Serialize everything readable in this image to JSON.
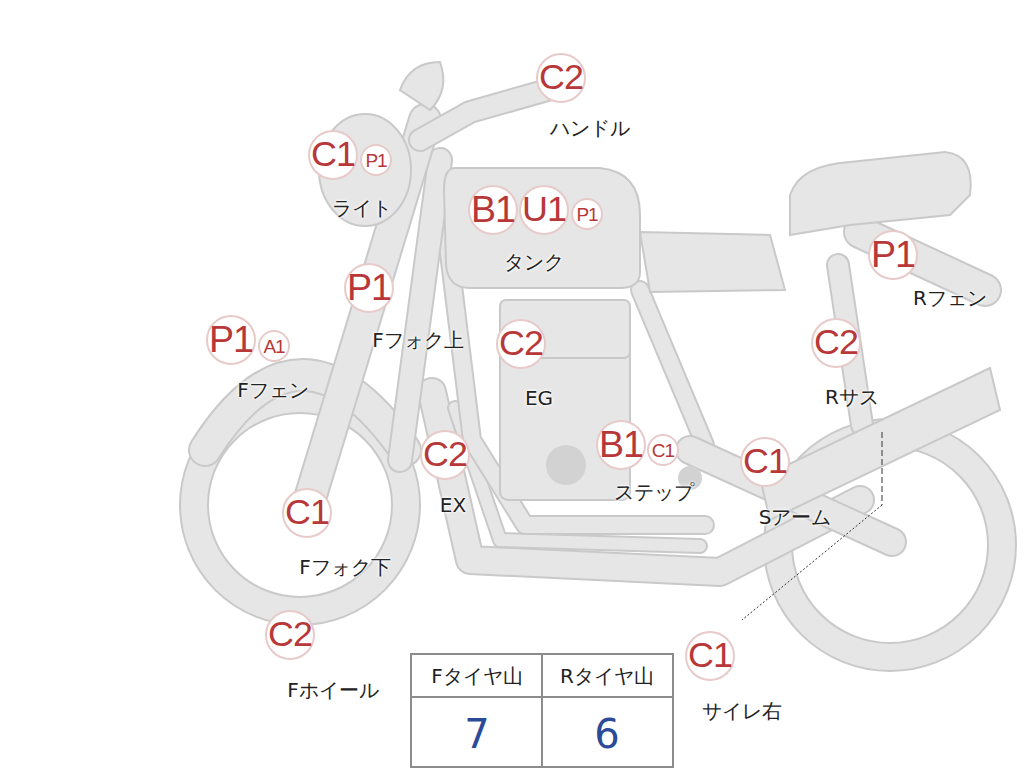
{
  "diagram": {
    "nodes": [
      {
        "text": [
          "C1"
        ]
      },
      {
        "text": [
          "P1"
        ]
      },
      {
        "text": [
          "C2"
        ]
      },
      {
        "text": [
          "B1"
        ]
      },
      {
        "text": [
          "U1"
        ]
      },
      {
        "text": [
          "P1"
        ]
      },
      {
        "text": [
          "P1"
        ]
      },
      {
        "text": [
          "P1"
        ]
      },
      {
        "text": [
          "P1"
        ]
      },
      {
        "text": [
          "A1"
        ]
      },
      {
        "text": [
          "C2"
        ]
      },
      {
        "text": [
          "C2"
        ]
      },
      {
        "text": [
          "C2"
        ]
      },
      {
        "text": [
          "B1"
        ]
      },
      {
        "text": [
          "C1"
        ]
      },
      {
        "text": [
          "C1"
        ]
      },
      {
        "text": [
          "C1"
        ]
      },
      {
        "text": [
          "C2"
        ]
      },
      {
        "text": [
          "C1"
        ]
      }
    ],
    "labels": [
      "ライト",
      "ハンドル",
      "タンク",
      "Rフェン",
      "Fフォク上",
      "Fフェン",
      "EG",
      "Rサス",
      "EX",
      "ステップ",
      "Sアーム",
      "Fフォク下",
      "Fホイール",
      "サイレ右",
      "Fタイヤ山",
      "Rタイヤ山",
      "7",
      "6"
    ]
  }
}
